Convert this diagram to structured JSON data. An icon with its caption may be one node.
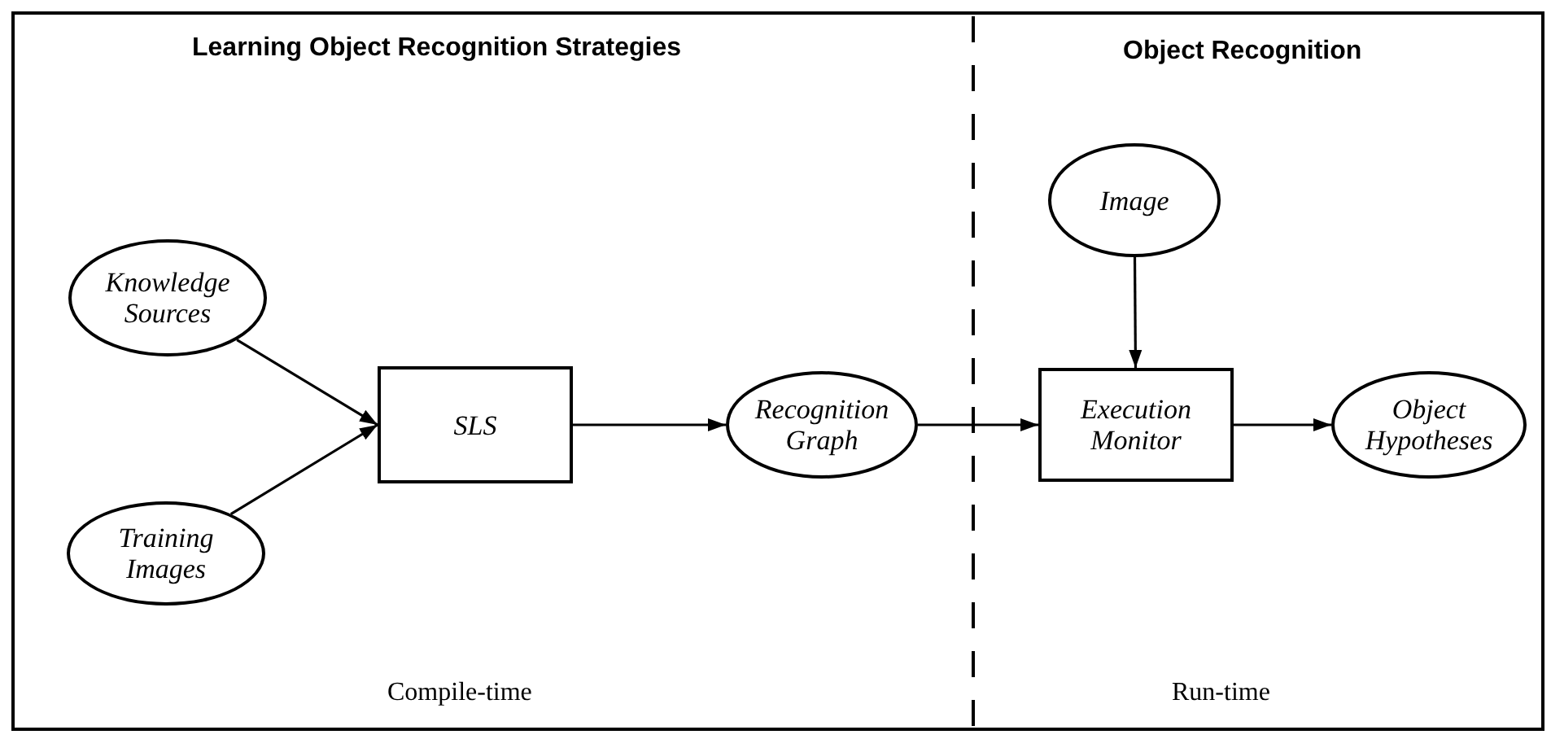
{
  "diagram": {
    "nodes": [
      {
        "text": [
          "Knowledge Sources"
        ]
      },
      {
        "text": [
          "Training Images"
        ]
      },
      {
        "text": [
          "SLS"
        ]
      },
      {
        "text": [
          "Recognition Graph"
        ]
      },
      {
        "text": [
          "Image"
        ]
      },
      {
        "text": [
          "Execution Monitor"
        ]
      },
      {
        "text": [
          "Object Hypotheses"
        ]
      }
    ],
    "edges": [
      {
        "from": 0,
        "to": 2,
        "arrow": "to"
      },
      {
        "from": 1,
        "to": 2,
        "arrow": "to"
      },
      {
        "from": 2,
        "to": 3,
        "arrow": "to"
      },
      {
        "from": 3,
        "to": 5,
        "arrow": "to"
      },
      {
        "from": 4,
        "to": 5,
        "arrow": "to"
      },
      {
        "from": 5,
        "to": 6,
        "arrow": "to"
      }
    ],
    "labels": [
      "Learning Object Recognition Strategies",
      "Object Recognition",
      "Compile-time",
      "Run-time"
    ]
  }
}
